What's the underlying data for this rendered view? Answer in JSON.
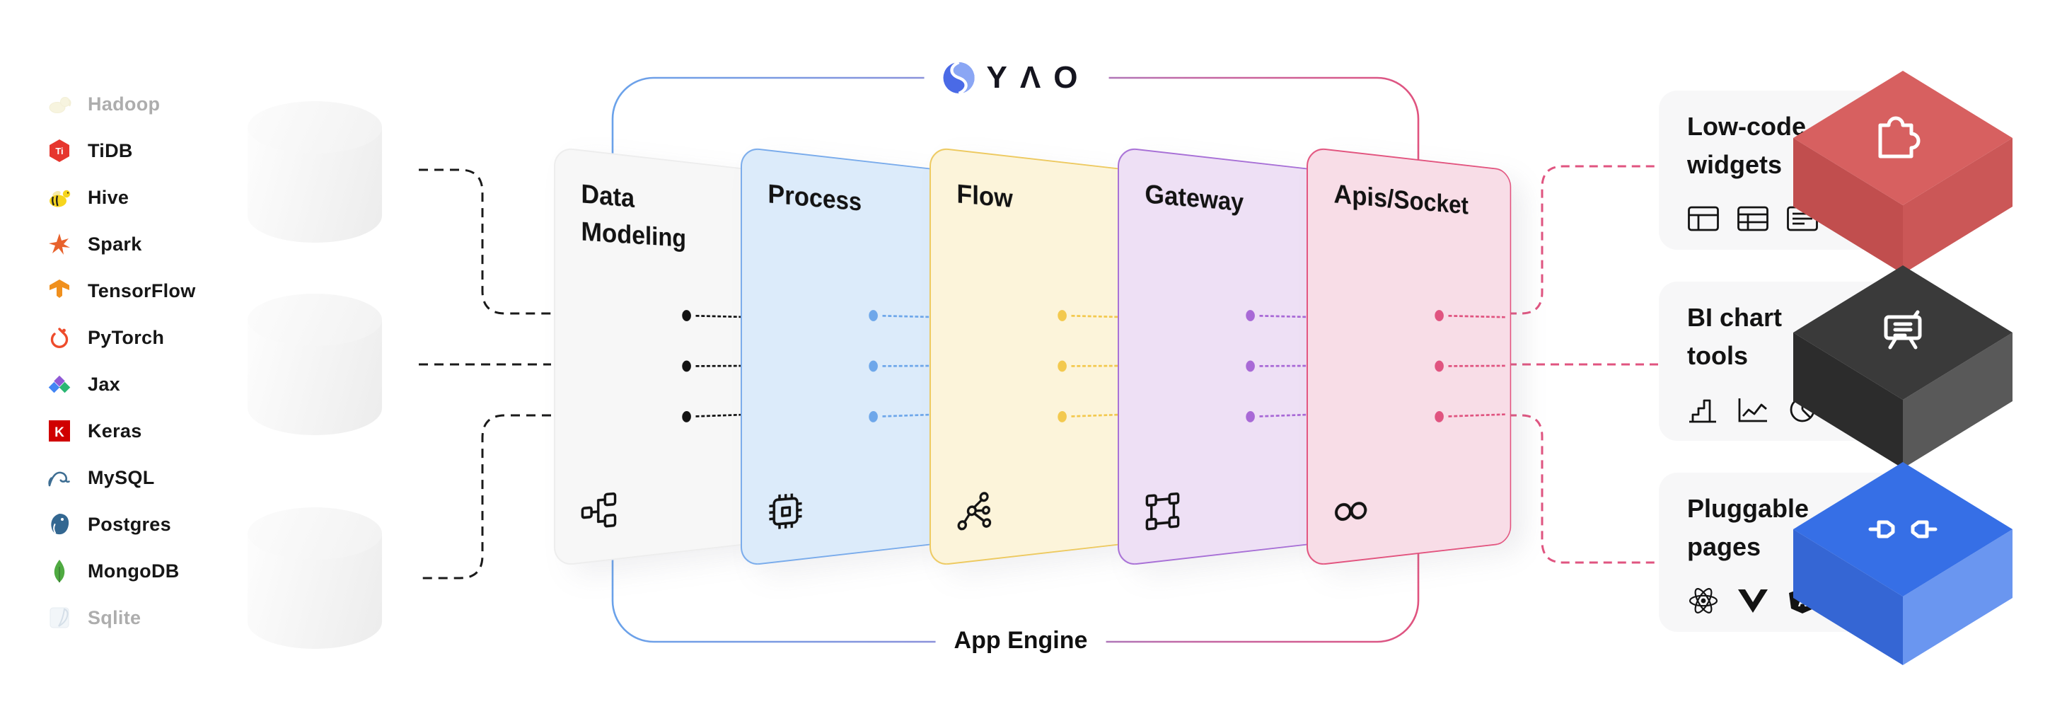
{
  "brand": {
    "logo_text": "YΛO",
    "logo_circle_colors": [
      "#4a6ae6",
      "#8aa6f4"
    ],
    "engine_label": "App Engine"
  },
  "tech_stack": {
    "items": [
      {
        "label": "Hadoop",
        "muted": true,
        "icon": "hadoop-icon"
      },
      {
        "label": "TiDB",
        "muted": false,
        "icon": "tidb-icon"
      },
      {
        "label": "Hive",
        "muted": false,
        "icon": "hive-icon"
      },
      {
        "label": "Spark",
        "muted": false,
        "icon": "spark-icon"
      },
      {
        "label": "TensorFlow",
        "muted": false,
        "icon": "tensorflow-icon"
      },
      {
        "label": "PyTorch",
        "muted": false,
        "icon": "pytorch-icon"
      },
      {
        "label": "Jax",
        "muted": false,
        "icon": "jax-icon"
      },
      {
        "label": "Keras",
        "muted": false,
        "icon": "keras-icon"
      },
      {
        "label": "MySQL",
        "muted": false,
        "icon": "mysql-icon"
      },
      {
        "label": "Postgres",
        "muted": false,
        "icon": "postgres-icon"
      },
      {
        "label": "MongoDB",
        "muted": false,
        "icon": "mongodb-icon"
      },
      {
        "label": "Sqlite",
        "muted": true,
        "icon": "sqlite-icon"
      }
    ]
  },
  "engine_layers": [
    {
      "title": "Data Modeling",
      "bg": "#f7f7f7",
      "border": "#ededed",
      "accent": "#131313",
      "icon": "hierarchy-icon"
    },
    {
      "title": "Process",
      "bg": "#dcebfa",
      "border": "#79abeb",
      "accent": "#6ea7ea",
      "icon": "cpu-icon"
    },
    {
      "title": "Flow",
      "bg": "#fcf4da",
      "border": "#edc95f",
      "accent": "#f3c94e",
      "icon": "network-graph-icon"
    },
    {
      "title": "Gateway",
      "bg": "#eee0f5",
      "border": "#a76fd6",
      "accent": "#a869d6",
      "icon": "vector-square-icon"
    },
    {
      "title": "Apis/Socket",
      "bg": "#f8dde7",
      "border": "#e2537e",
      "accent": "#e05480",
      "icon": "infinity-icon"
    }
  ],
  "connectors": {
    "left_color": "#1a1a1a",
    "right_color": "#e05480",
    "border_gradient": [
      "#6aa2ea",
      "#8f8fd8",
      "#c06aa8",
      "#e0537f"
    ]
  },
  "outputs": [
    {
      "title_line1": "Low-code",
      "title_line2": "widgets",
      "mini_icons": [
        "layout-panel-icon",
        "table-icon",
        "form-icon"
      ],
      "box": {
        "glyph": "puzzle-icon",
        "top": "#d76060",
        "left": "#c14e4e",
        "right": "#cb5757"
      }
    },
    {
      "title_line1": "BI chart",
      "title_line2": "tools",
      "mini_icons": [
        "bar-chart-icon",
        "line-chart-icon",
        "pie-chart-icon"
      ],
      "box": {
        "glyph": "presentation-board-icon",
        "top": "#3a3a3a",
        "left": "#2c2c2c",
        "right": "#595959"
      }
    },
    {
      "title_line1": "Pluggable",
      "title_line2": "pages",
      "mini_icons": [
        "react-icon",
        "vue-icon",
        "angular-icon"
      ],
      "box": {
        "glyph": "plug-icon",
        "top": "#366fe6",
        "left": "#3566d4",
        "right": "#6a96f0"
      }
    }
  ]
}
